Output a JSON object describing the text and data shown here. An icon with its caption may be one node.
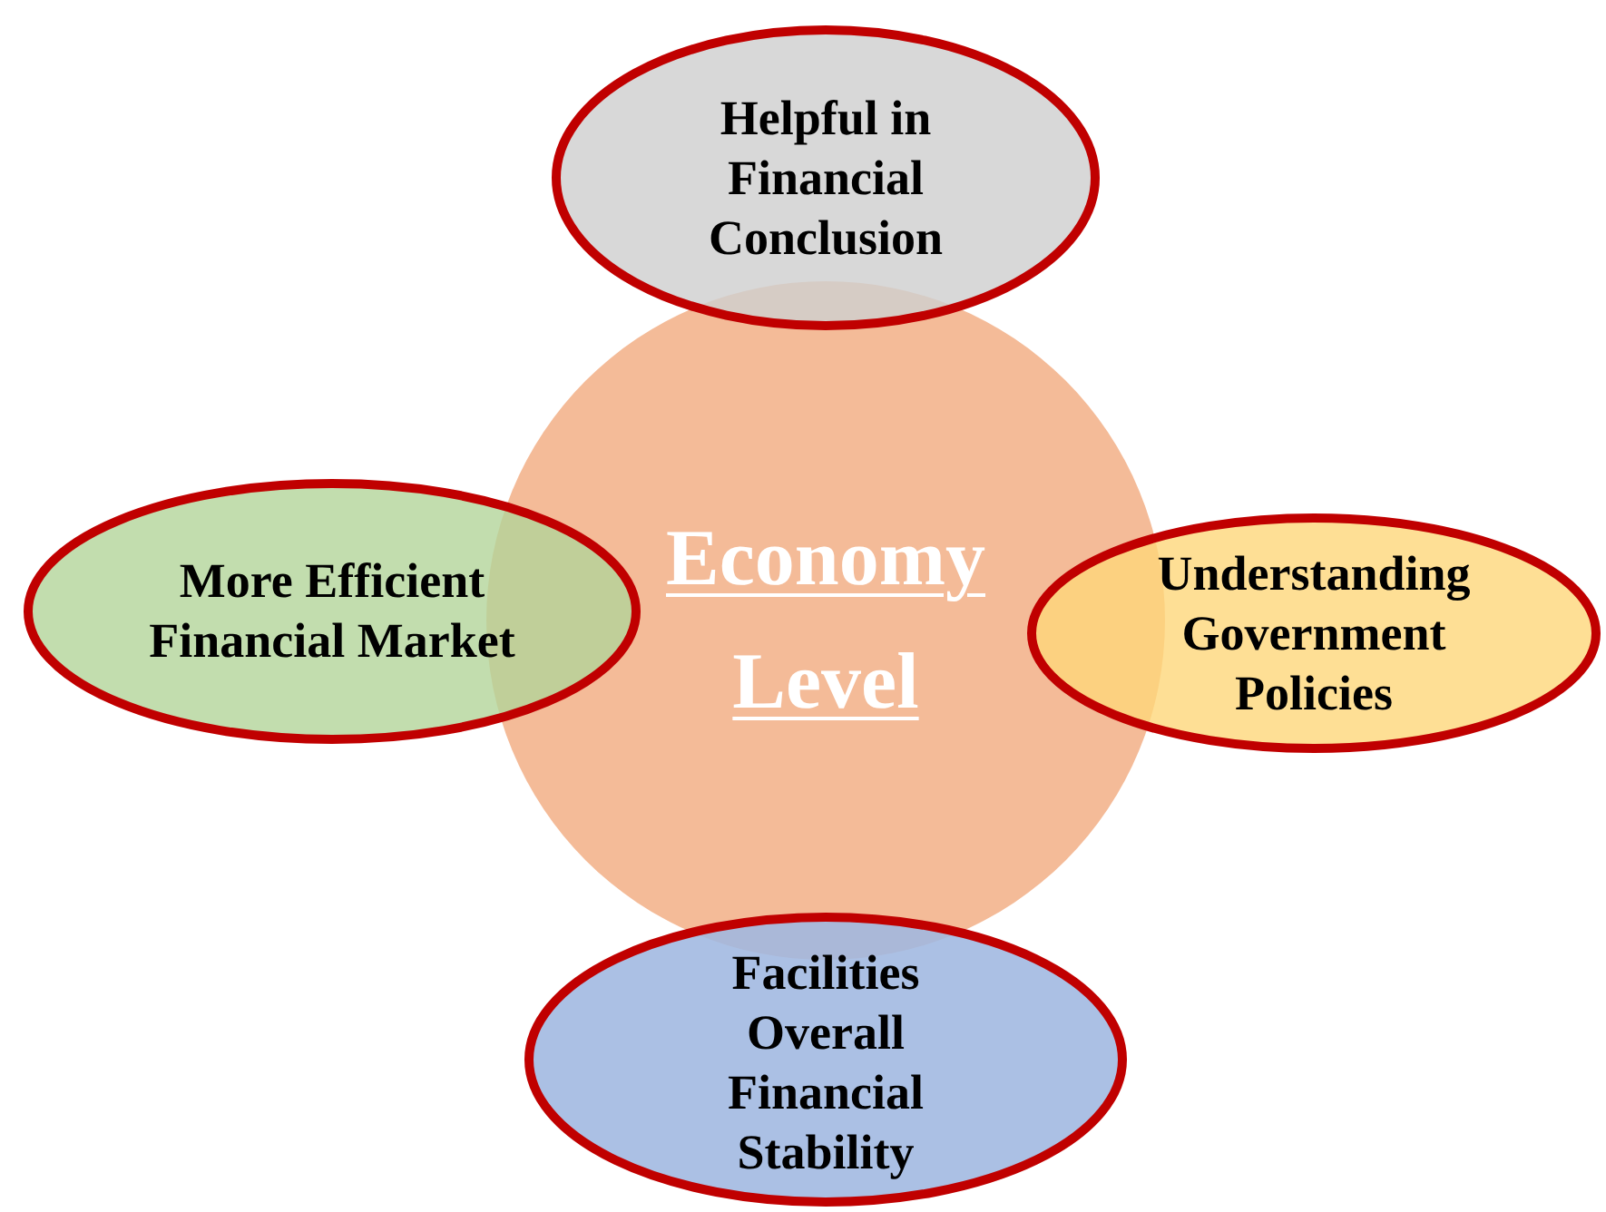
{
  "diagram": {
    "nodes": [
      {
        "text": [
          "Economy Level"
        ]
      },
      {
        "text": [
          "Helpful in Financial Conclusion"
        ]
      },
      {
        "text": [
          "More Efficient Financial Market"
        ]
      },
      {
        "text": [
          "Understanding Government Policies"
        ]
      },
      {
        "text": [
          "Facilities Overall Financial Stability"
        ]
      }
    ],
    "edges": []
  }
}
